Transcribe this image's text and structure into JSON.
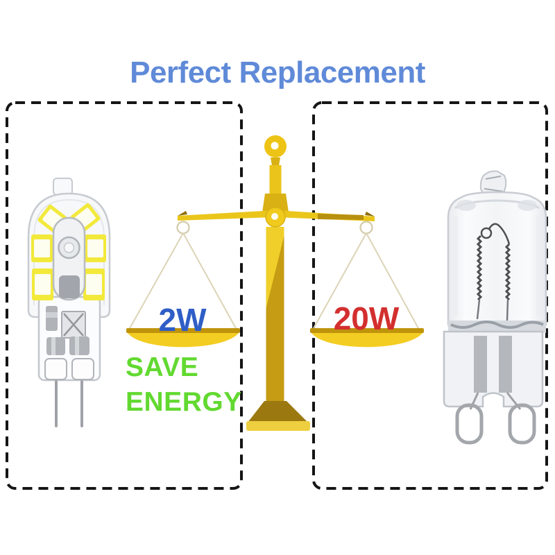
{
  "page": {
    "background": "#ffffff"
  },
  "title": {
    "text": "Perfect Replacement",
    "color": "#5f8ad8"
  },
  "left_panel": {
    "image": "g4-led-bulb",
    "wattage": {
      "text": "2W",
      "color": "#2f5ec6"
    },
    "message": {
      "text": "SAVE\nENERGY",
      "color": "#62d930"
    }
  },
  "right_panel": {
    "image": "g9-halogen-bulb",
    "wattage": {
      "text": "20W",
      "color": "#d32f2f"
    }
  },
  "scale": {
    "image": "balance-scale",
    "colors": {
      "gold": "#eac61b",
      "dark_gold": "#b8900f",
      "pan": "#f3cd22",
      "pan_bar": "#bf940c",
      "string": "#dcd4b6",
      "base": "#9c7910"
    }
  },
  "border": {
    "style": "black-dashed",
    "color": "#151515"
  }
}
